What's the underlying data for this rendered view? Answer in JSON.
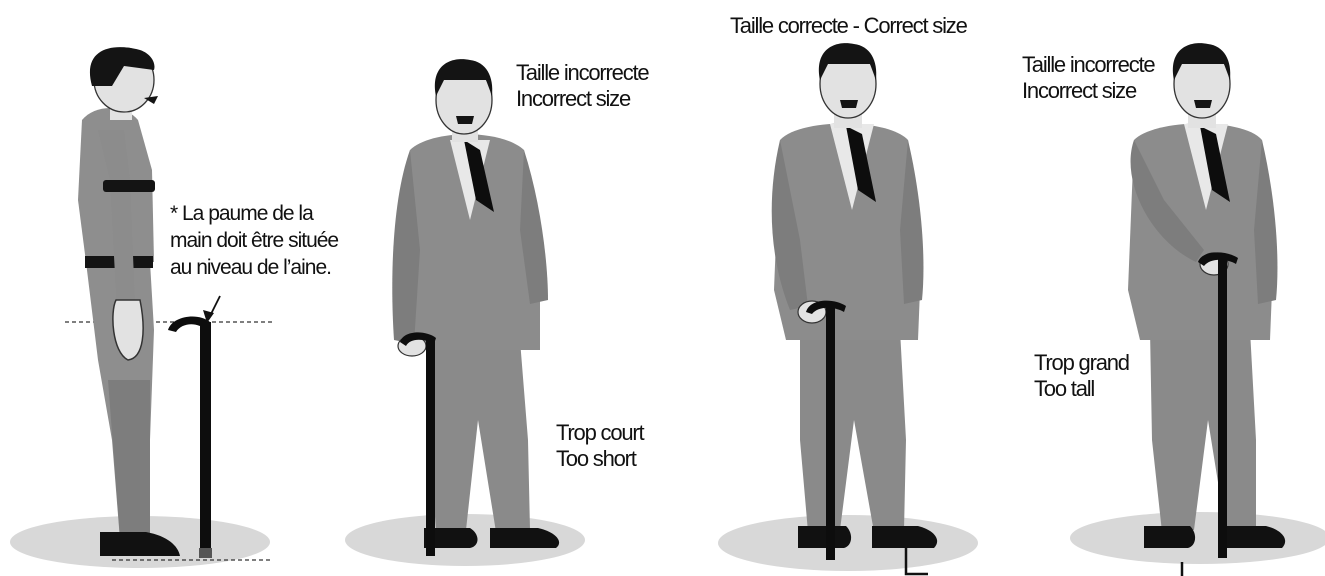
{
  "labels": {
    "figure_note": [
      "* La paume de la",
      "main doit être située",
      "au niveau de l’aine."
    ],
    "figure2_status": [
      "Taille incorrecte",
      "Incorrect size"
    ],
    "figure2_reason": [
      "Trop court",
      "Too short"
    ],
    "figure3_status": "Taille correcte - Correct size",
    "figure4_status": [
      "Taille incorrecte",
      "Incorrect size"
    ],
    "figure4_reason": [
      "Trop grand",
      "Too tall"
    ]
  },
  "colors": {
    "suit": "#8c8c8c",
    "suit_shade": "#6f6f6f",
    "skin": "#d9d9d9",
    "hair": "#141414",
    "cane": "#0d0d0d",
    "floor": "#d6d6d6",
    "shoe": "#111111"
  },
  "icons": [
    "standing-man-side-view",
    "standing-man-front-view",
    "walking-cane"
  ]
}
